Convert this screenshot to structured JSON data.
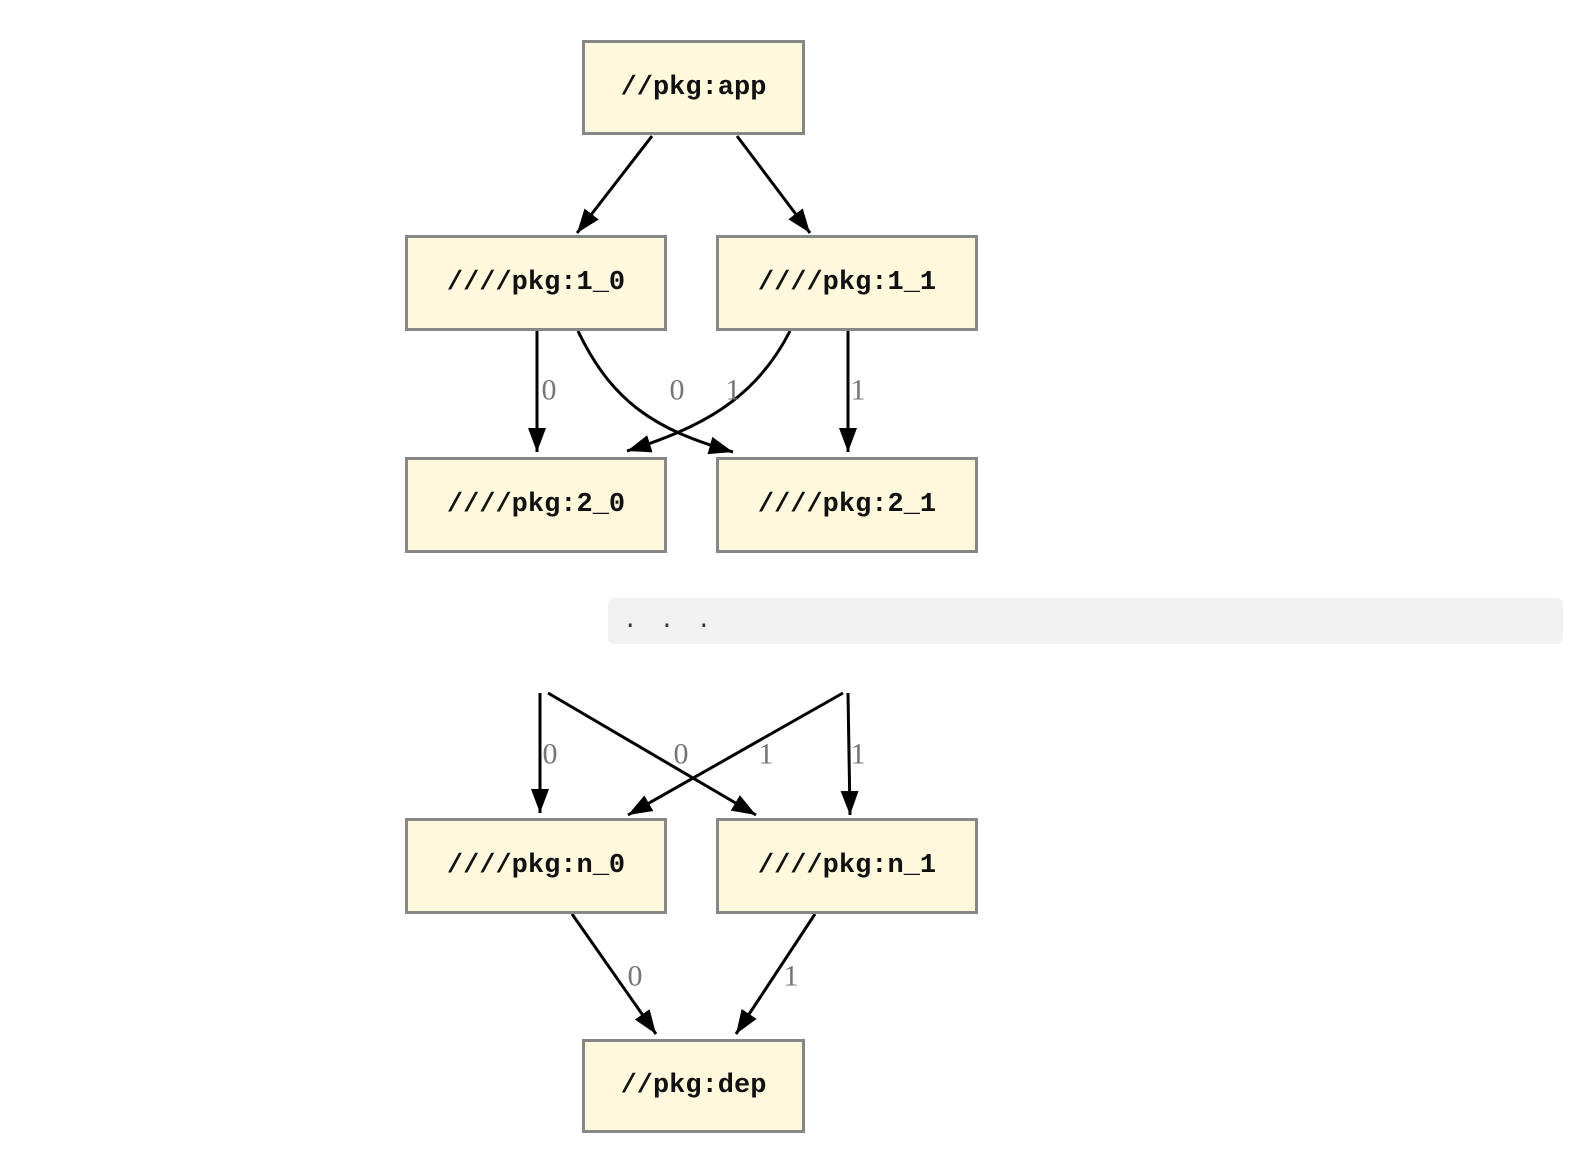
{
  "diagram": {
    "kind": "package-dependency-graph",
    "nodes": {
      "app": {
        "label": "//pkg:app"
      },
      "v1_0": {
        "label": "////pkg:1_0"
      },
      "v1_1": {
        "label": "////pkg:1_1"
      },
      "v2_0": {
        "label": "////pkg:2_0"
      },
      "v2_1": {
        "label": "////pkg:2_1"
      },
      "vn_0": {
        "label": "////pkg:n_0"
      },
      "vn_1": {
        "label": "////pkg:n_1"
      },
      "dep": {
        "label": "//pkg:dep"
      }
    },
    "edges": [
      {
        "from": "//pkg:app",
        "to": "////pkg:1_0",
        "label": ""
      },
      {
        "from": "//pkg:app",
        "to": "////pkg:1_1",
        "label": ""
      },
      {
        "from": "////pkg:1_0",
        "to": "////pkg:2_0",
        "label": "0"
      },
      {
        "from": "////pkg:1_0",
        "to": "////pkg:2_1",
        "label": "1"
      },
      {
        "from": "////pkg:1_1",
        "to": "////pkg:2_0",
        "label": "0"
      },
      {
        "from": "////pkg:1_1",
        "to": "////pkg:2_1",
        "label": "1"
      },
      {
        "from": "...",
        "to": "////pkg:n_0",
        "label": "0"
      },
      {
        "from": "...",
        "to": "////pkg:n_1",
        "label": "1"
      },
      {
        "from": "...",
        "to": "////pkg:n_0",
        "label": "0"
      },
      {
        "from": "...",
        "to": "////pkg:n_1",
        "label": "1"
      },
      {
        "from": "////pkg:n_0",
        "to": "//pkg:dep",
        "label": "0"
      },
      {
        "from": "////pkg:n_1",
        "to": "//pkg:dep",
        "label": "1"
      }
    ],
    "ellipsis_text": ". . .",
    "colors": {
      "node_fill": "#fff8dc",
      "node_border": "#878787",
      "edge": "#000000",
      "edge_label": "#757575",
      "code_block_bg": "#f1f1f2",
      "code_block_text": "#333333",
      "node_text": "#111111",
      "page_bg": "#ffffff"
    }
  }
}
